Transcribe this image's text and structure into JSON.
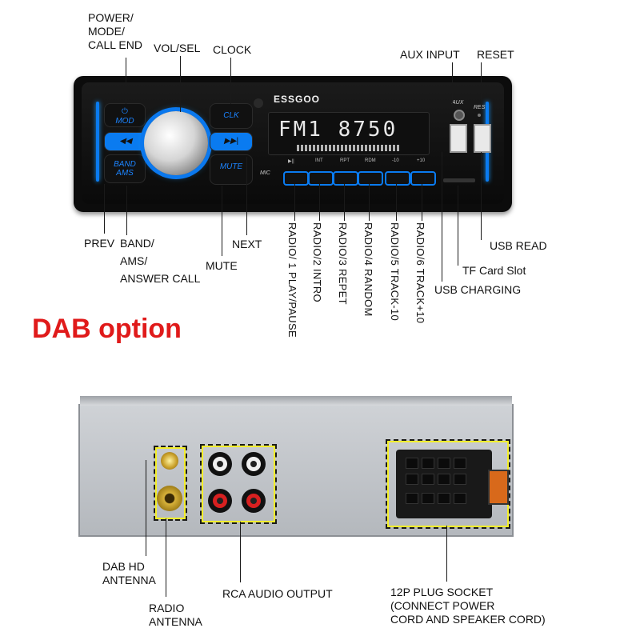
{
  "brand": "ESSGOO",
  "front_labels": {
    "power_mode": [
      "POWER/",
      "MODE/",
      "CALL END"
    ],
    "vol_sel": "VOL/SEL",
    "clock": "CLOCK",
    "aux_input": "AUX INPUT",
    "reset": "RESET",
    "prev": "PREV",
    "band": [
      "BAND/",
      "AMS/",
      "ANSWER CALL"
    ],
    "mute": "MUTE",
    "next": "NEXT",
    "usb_read": "USB READ",
    "tf_card": "TF Card Slot",
    "usb_charging": "USB CHARGING"
  },
  "preset_labels": [
    "RADIO/ 1  PLAY/PAUSE",
    "RADIO/2  INTRO",
    "RADIO/3  REPET",
    "RADIO/4  RANDOM",
    "RADIO/5  TRACK-10",
    "RADIO/6  TRACK+10"
  ],
  "panel_buttons": {
    "mod": "MOD",
    "clk": "CLK",
    "band_ams": "BAND AMS",
    "mute": "MUTE",
    "prev_glyph": "◀◀",
    "next_glyph": "▶▶|",
    "mic": "MIC",
    "aux": "AUX",
    "res": "RES",
    "preset_tags": [
      "▶||",
      "INT",
      "RPT",
      "RDM",
      "-10",
      "+10"
    ]
  },
  "display_text": "FM1  8750",
  "section_title": "DAB option",
  "rear_labels": {
    "dab_antenna": [
      "DAB HD",
      "ANTENNA"
    ],
    "radio_antenna": [
      "RADIO",
      "ANTENNA"
    ],
    "rca_output": "RCA AUDIO OUTPUT",
    "plug_socket": [
      "12P PLUG SOCKET",
      "(CONNECT POWER",
      "CORD AND SPEAKER CORD)"
    ]
  },
  "colors": {
    "accent_blue": "#0a7bf0",
    "title_red": "#e01a1a",
    "highlight_yellow": "#f4ef2a"
  }
}
